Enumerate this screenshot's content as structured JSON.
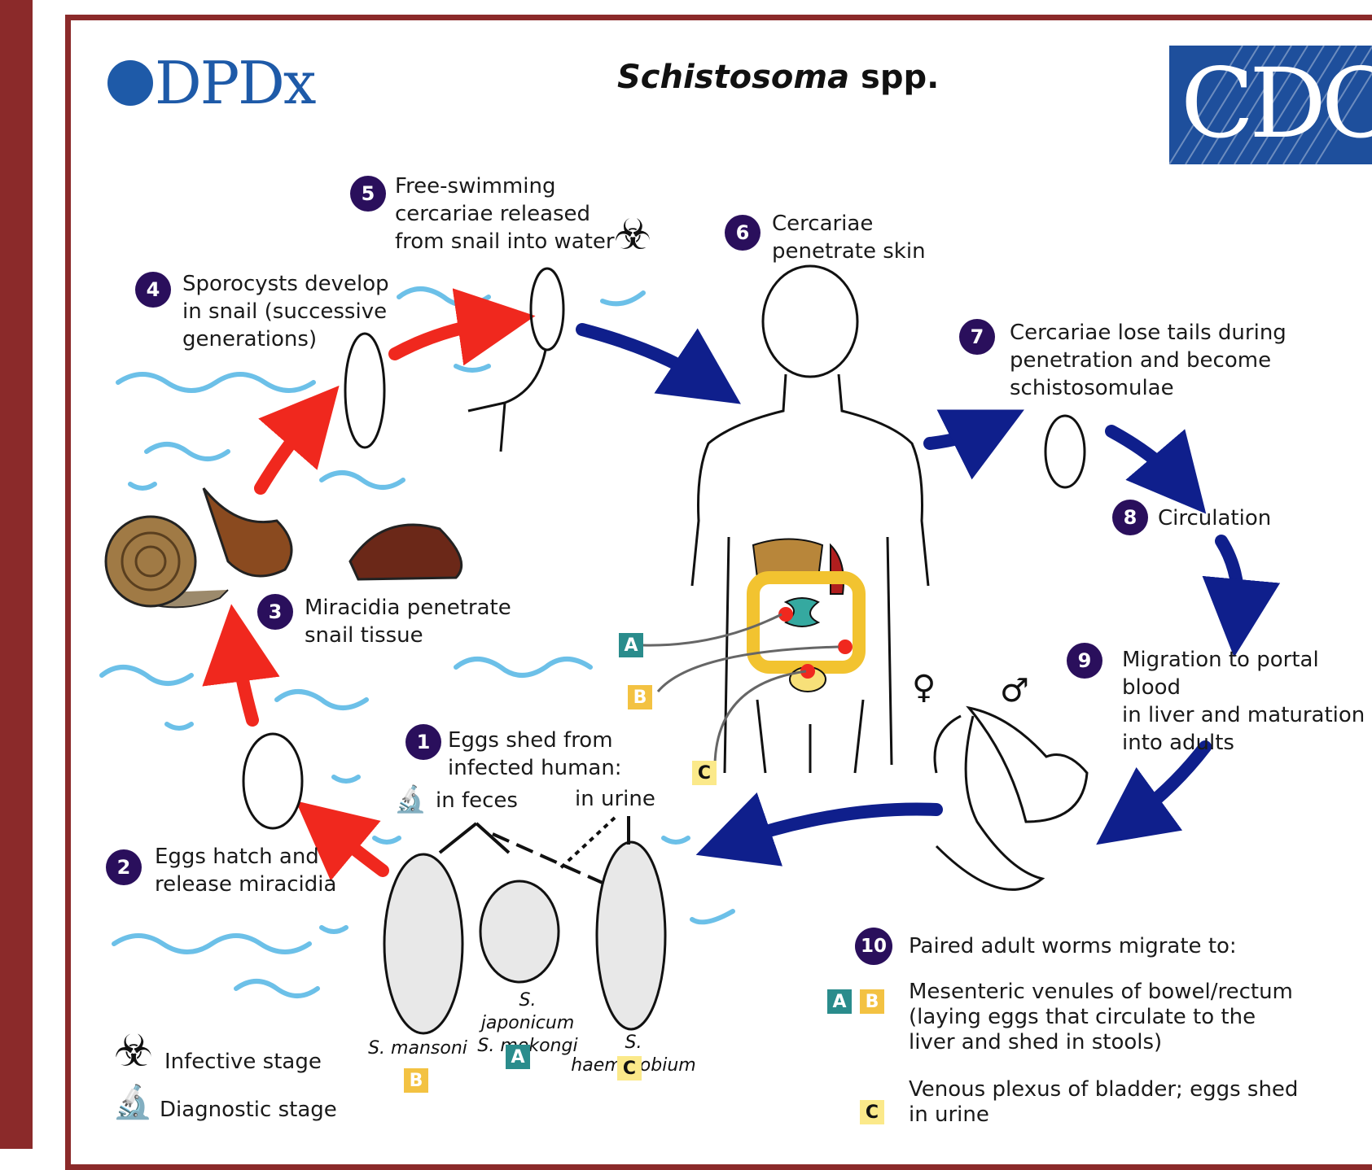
{
  "header": {
    "logo_text": "DPDx",
    "title_italic": "Schistosoma",
    "title_rest": " spp.",
    "agency_logo_text": "CDC"
  },
  "steps": [
    {
      "number": "1",
      "text": "Eggs shed from\ninfected human:"
    },
    {
      "number": "2",
      "text": "Eggs hatch and\nrelease miracidia"
    },
    {
      "number": "3",
      "text": "Miracidia penetrate\nsnail tissue"
    },
    {
      "number": "4",
      "text": "Sporocysts develop\nin snail (successive\ngenerations)"
    },
    {
      "number": "5",
      "text": "Free-swimming\ncercariae released\nfrom snail into water"
    },
    {
      "number": "6",
      "text": "Cercariae\npenetrate skin"
    },
    {
      "number": "7",
      "text": "Cercariae lose tails during\npenetration and become\nschistosomulae"
    },
    {
      "number": "8",
      "text": "Circulation"
    },
    {
      "number": "9",
      "text": "Migration to portal blood\nin liver and maturation\ninto adults"
    },
    {
      "number": "10",
      "text": "Paired adult worms migrate to:"
    }
  ],
  "egg_sources": {
    "feces": "in feces",
    "urine": "in urine"
  },
  "species": {
    "mansoni": {
      "name": "S. mansoni",
      "tag": "B"
    },
    "japonicum": {
      "name": "S. japonicum\nS. mekongi",
      "tag": "A"
    },
    "haematobium": {
      "name": "S. haematobium",
      "tag": "C"
    }
  },
  "tags": {
    "a": "A",
    "b": "B",
    "c": "C"
  },
  "destinations": {
    "ab_text": "Mesenteric venules of bowel/rectum\n(laying eggs that circulate to the\nliver and shed in stools)",
    "c_text": "Venous plexus of bladder; eggs shed\nin urine"
  },
  "legend": {
    "infective": "Infective stage",
    "diagnostic": "Diagnostic stage"
  },
  "symbols": {
    "female": "♀",
    "male": "♂"
  },
  "colors": {
    "border": "#8b2a2a",
    "step_badge": "#2a0f5c",
    "red_arrow": "#f0281e",
    "blue_arrow": "#0f1f8c",
    "water": "#6cc0e8",
    "tag_a": "#2a8c8c",
    "tag_b": "#f3c242",
    "tag_c": "#fbe98a"
  }
}
